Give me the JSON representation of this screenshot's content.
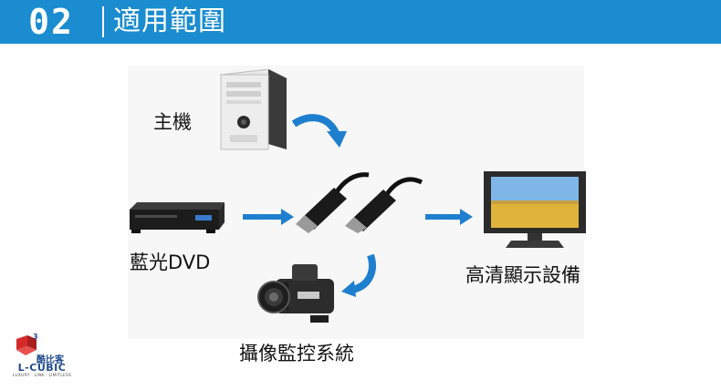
{
  "header": {
    "section_number": "02",
    "title": "適用範圍",
    "bar_color": "#1a8ccf"
  },
  "diagram": {
    "sources": [
      {
        "label": "主機",
        "icon": "desktop-tower-icon"
      },
      {
        "label": "藍光DVD",
        "icon": "bluray-player-icon"
      },
      {
        "label": "攝像監控系統",
        "icon": "camcorder-icon"
      }
    ],
    "cable": {
      "icon": "hdmi-cable-icon"
    },
    "display": {
      "label": "高清顯示設備",
      "icon": "monitor-icon"
    },
    "arrow_color": "#1f7fcf"
  },
  "logo": {
    "cn_name": "酷比客",
    "brand": "L-CUBIC",
    "slogan": "LUXURY · LINK · LIMITLESS"
  }
}
